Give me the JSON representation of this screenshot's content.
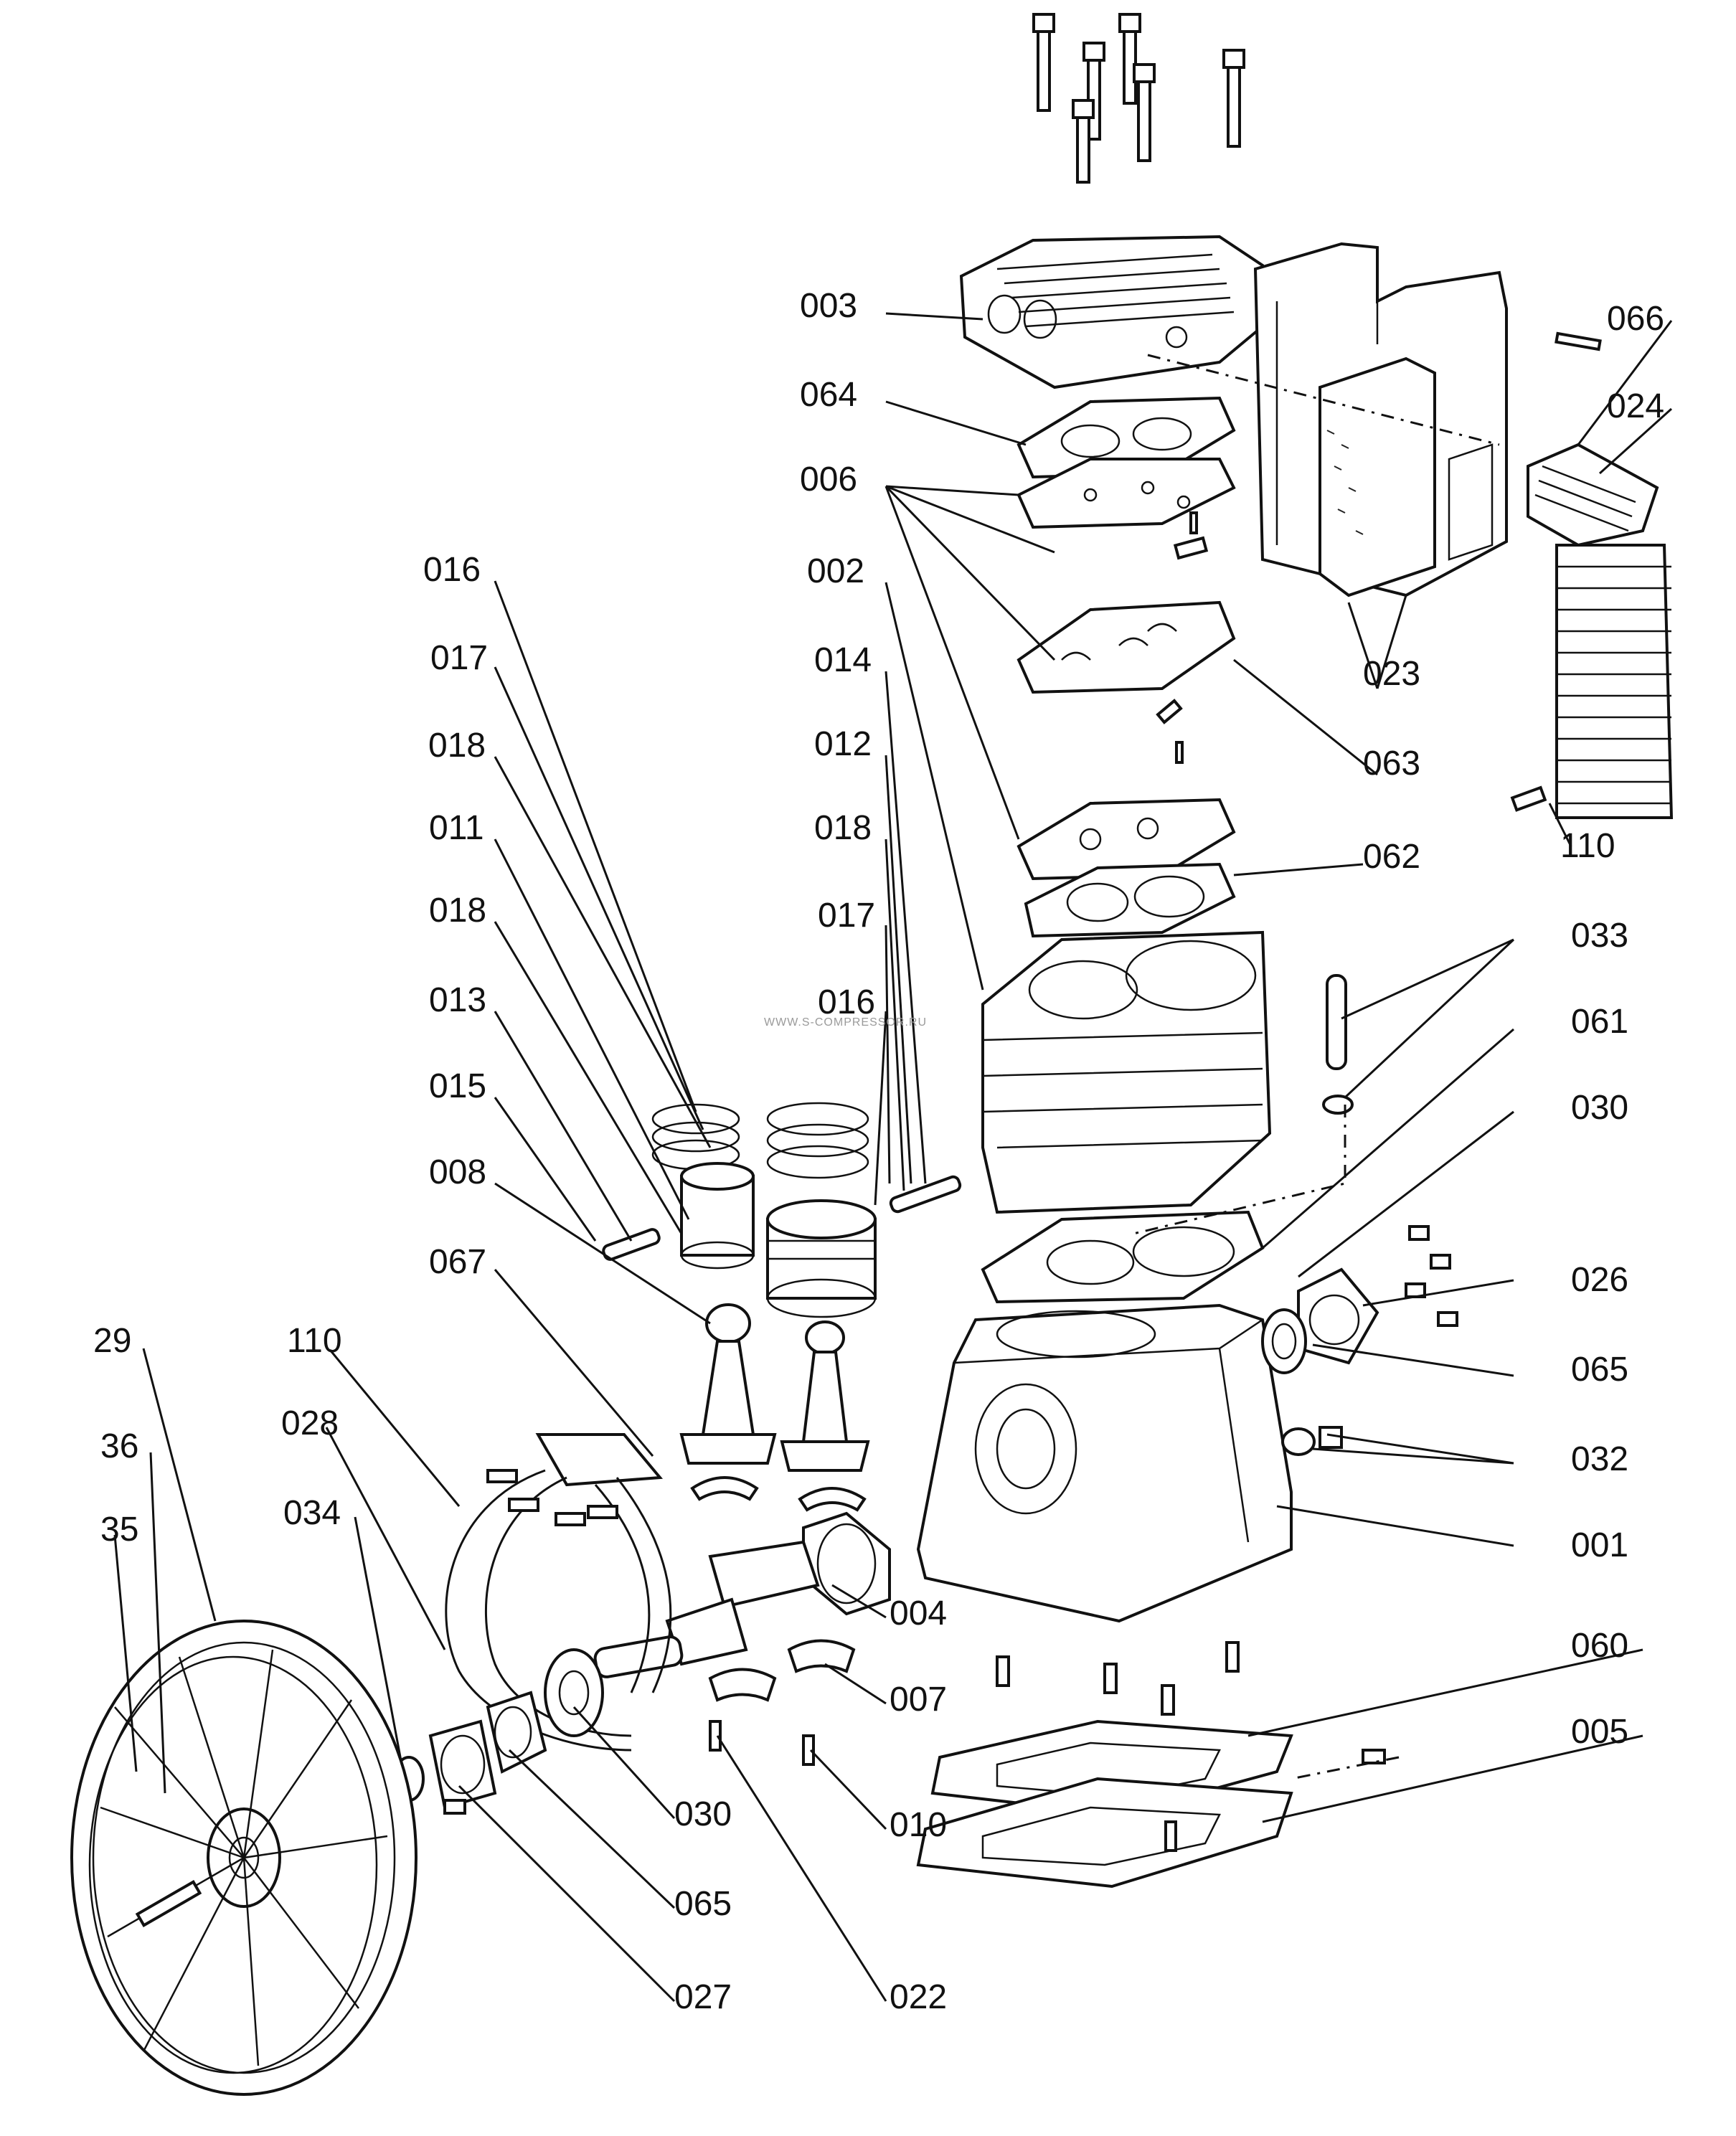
{
  "labels": {
    "l003": "003",
    "l064": "064",
    "l006": "006",
    "l066": "066",
    "l024": "024",
    "l002": "002",
    "l016a": "016",
    "l017a": "017",
    "l014": "014",
    "l023": "023",
    "l018a": "018",
    "l012": "012",
    "l063": "063",
    "l011": "011",
    "l018b": "018",
    "l110a": "110",
    "l062": "062",
    "l018c": "018",
    "l017b": "017",
    "l033": "033",
    "l013": "013",
    "l016b": "016",
    "l061": "061",
    "l015": "015",
    "l030a": "030",
    "l008": "008",
    "l026": "026",
    "l067": "067",
    "l065a": "065",
    "l29": "29",
    "l110b": "110",
    "l032": "032",
    "l028": "028",
    "l36": "36",
    "l001": "001",
    "l034": "034",
    "l35": "35",
    "l004": "004",
    "l060": "060",
    "l007": "007",
    "l005": "005",
    "l030b": "030",
    "l010": "010",
    "l065b": "065",
    "l027": "027",
    "l022": "022"
  },
  "watermark": "WWW.S-COMPRESSOR.RU"
}
